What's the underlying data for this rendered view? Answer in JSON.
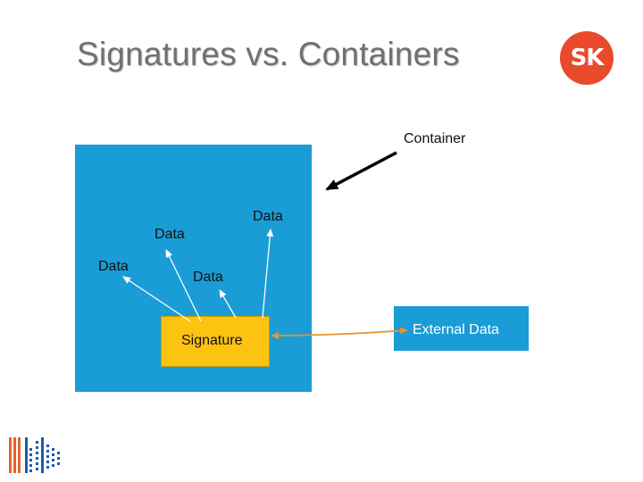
{
  "slide": {
    "title": "Signatures vs. Containers",
    "logo_text": "SK"
  },
  "diagram": {
    "container_label": "Container",
    "data_labels": [
      "Data",
      "Data",
      "Data",
      "Data"
    ],
    "signature_label": "Signature",
    "external_label": "External Data"
  },
  "colors": {
    "container_fill": "#1a9cd6",
    "signature_fill": "#fdc311",
    "connector": "#e8932f",
    "logo": "#ea4a2c",
    "title_text": "#707070"
  }
}
